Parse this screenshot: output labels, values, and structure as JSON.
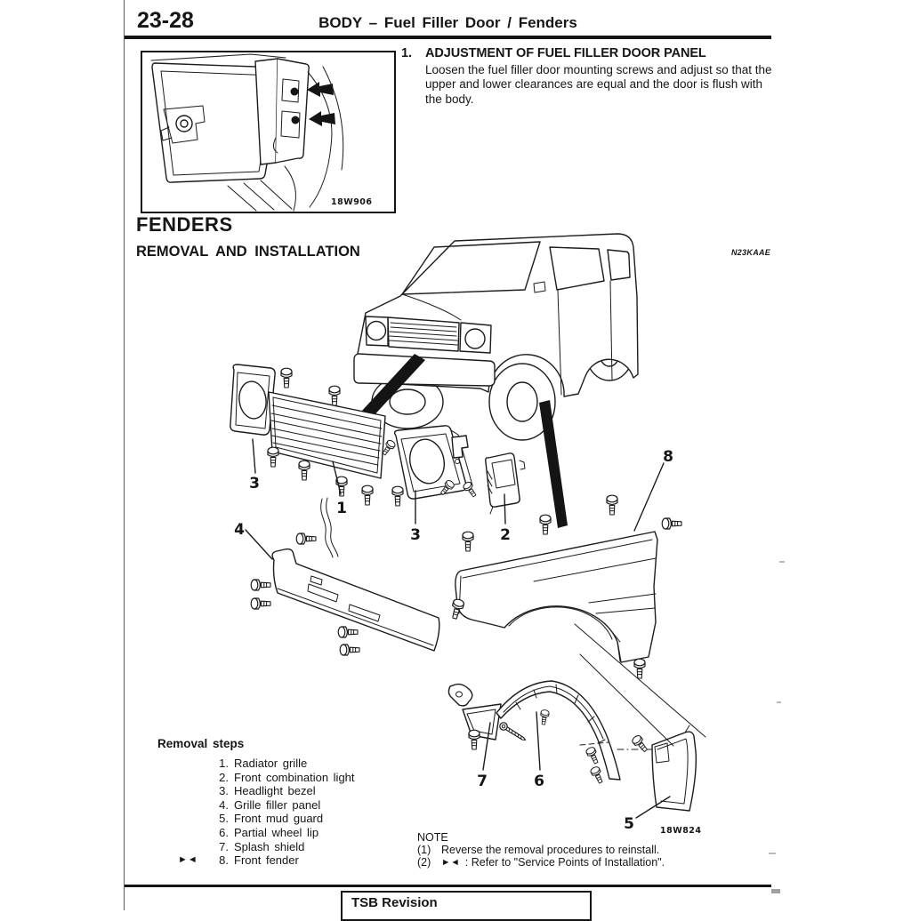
{
  "page": {
    "number": "23-28",
    "title": "BODY – Fuel Filler Door / Fenders",
    "footer_label": "TSB Revision"
  },
  "fuel": {
    "item_number": "1.",
    "heading": "ADJUSTMENT OF FUEL FILLER DOOR PANEL",
    "body": "Loosen the fuel filler door mounting screws and adjust so that the upper and lower clearances are equal and the door is flush with the body.",
    "figure_code": "18W906"
  },
  "fenders": {
    "heading": "FENDERS",
    "subheading": "REMOVAL AND INSTALLATION",
    "section_code": "N23KAAE",
    "figure_code": "18W824",
    "removal_steps": {
      "title": "Removal steps",
      "installation_mark": "►◄",
      "items": [
        {
          "num": "1.",
          "label": "Radiator grille"
        },
        {
          "num": "2.",
          "label": "Front combination light"
        },
        {
          "num": "3.",
          "label": "Headlight bezel"
        },
        {
          "num": "4.",
          "label": "Grille filler panel"
        },
        {
          "num": "5.",
          "label": "Front mud guard"
        },
        {
          "num": "6.",
          "label": "Partial wheel lip"
        },
        {
          "num": "7.",
          "label": "Splash shield"
        },
        {
          "num": "8.",
          "label": "Front fender"
        }
      ]
    },
    "note": {
      "title": "NOTE",
      "item1_num": "(1)",
      "item1_text": "Reverse the removal procedures to reinstall.",
      "item2_num": "(2)",
      "item2_mark": "►◄",
      "item2_text": ":  Refer to \"Service Points of Installation\"."
    },
    "callouts": {
      "c1": "1",
      "c2": "2",
      "c3a": "3",
      "c3b": "3",
      "c4": "4",
      "c5": "5",
      "c6": "6",
      "c7": "7",
      "c8": "8"
    }
  }
}
